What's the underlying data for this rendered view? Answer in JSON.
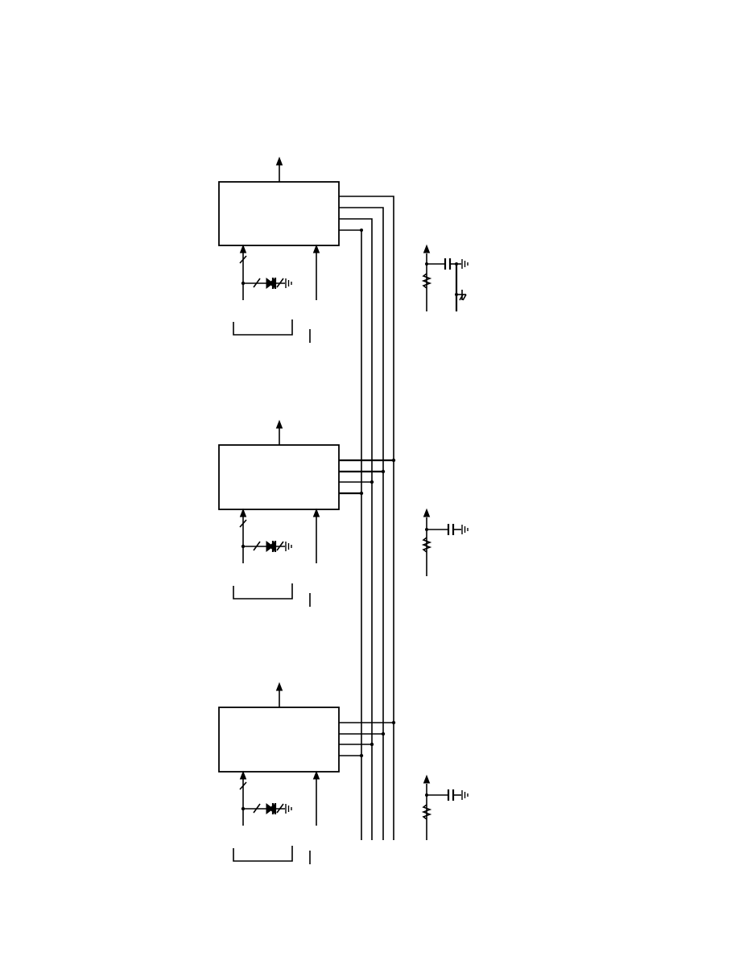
{
  "diagram": {
    "kind": "schematic",
    "stage_count": 3,
    "bus_line_count": 4,
    "stages": [
      {
        "id": "stage-1",
        "label": "",
        "has_second_ground_symbol": true
      },
      {
        "id": "stage-2",
        "label": "",
        "has_second_ground_symbol": false
      },
      {
        "id": "stage-3",
        "label": "",
        "has_second_ground_symbol": false
      }
    ],
    "line_color": "#000000",
    "background": "#ffffff"
  }
}
